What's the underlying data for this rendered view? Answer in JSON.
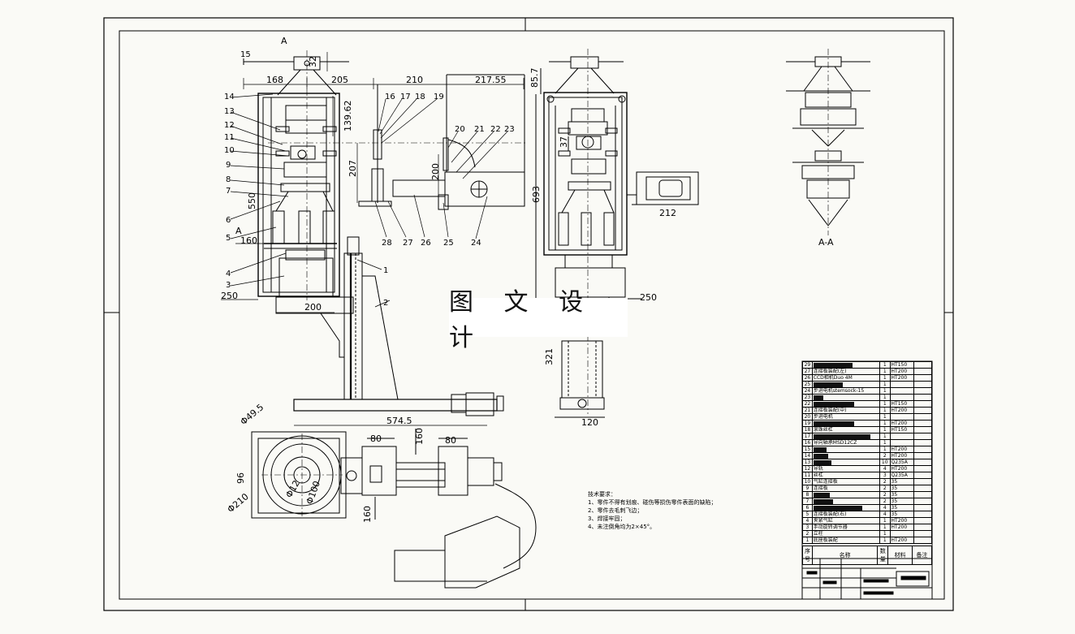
{
  "watermark": "图 文 设 计",
  "section_labels": {
    "a_top": "A",
    "a_side": "A",
    "aa": "A-A"
  },
  "dimensions": {
    "d32": "32",
    "d168": "168",
    "d205": "205",
    "d210": "210",
    "d21755": "217.55",
    "d857": "85.7",
    "d13962": "139.62",
    "d207": "207",
    "d200v": "200",
    "d550": "550",
    "d160a": "160",
    "d250a": "250",
    "d200h": "200",
    "d37": "37",
    "d693": "693",
    "d212": "212",
    "d250b": "250",
    "d321": "321",
    "d120": "120",
    "d5745": "574.5",
    "d80a": "80",
    "d160b": "160",
    "d80b": "80",
    "d160c": "160",
    "d495": "Φ49.5",
    "d210c": "Φ210",
    "d12": "Φ12",
    "d100": "Φ100",
    "d96": "96"
  },
  "balloons": {
    "left": [
      "14",
      "13",
      "12",
      "11",
      "10",
      "9",
      "8",
      "7",
      "6",
      "5",
      "4",
      "3"
    ],
    "top": [
      "15",
      "16",
      "17",
      "18",
      "19",
      "20",
      "21",
      "22",
      "23"
    ],
    "bottom": [
      "28",
      "27",
      "26",
      "25",
      "24"
    ],
    "misc": [
      "1",
      "2"
    ]
  },
  "technical_requirements": {
    "title": "技术要求：",
    "items": [
      "1、零件不得有划痕、碰伤等损伤零件表面的缺陷；",
      "2、零件去毛刺飞边；",
      "3、焊接牢固；",
      "4、未注倒角均为2×45°。"
    ]
  },
  "bom": {
    "rows": [
      {
        "no": "29",
        "name": "",
        "redact": 48,
        "qty": "1",
        "mat": "HT150"
      },
      {
        "no": "27",
        "name": "连接板装配(左)",
        "redact": 0,
        "qty": "1",
        "mat": "HT200"
      },
      {
        "no": "26",
        "name": "CCD相机Duo 4M",
        "redact": 0,
        "qty": "1",
        "mat": "HT200"
      },
      {
        "no": "25",
        "name": "",
        "redact": 36,
        "qty": "1",
        "mat": ""
      },
      {
        "no": "24",
        "name": "步进电机stemsock-15",
        "redact": 0,
        "qty": "1",
        "mat": ""
      },
      {
        "no": "23",
        "name": "",
        "redact": 12,
        "qty": "1",
        "mat": ""
      },
      {
        "no": "22",
        "name": "",
        "redact": 50,
        "qty": "1",
        "mat": "HT150"
      },
      {
        "no": "21",
        "name": "连接板装配(中)",
        "redact": 0,
        "qty": "1",
        "mat": "HT200"
      },
      {
        "no": "20",
        "name": "步进电机",
        "redact": 0,
        "qty": "1",
        "mat": ""
      },
      {
        "no": "19",
        "name": "",
        "redact": 50,
        "qty": "1",
        "mat": "HT200"
      },
      {
        "no": "18",
        "name": "滚珠丝杠",
        "redact": 0,
        "qty": "1",
        "mat": "HT150"
      },
      {
        "no": "17",
        "name": "",
        "redact": 70,
        "qty": "1",
        "mat": ""
      },
      {
        "no": "16",
        "name": "导向轴承MSD12CZ",
        "redact": 0,
        "qty": "1",
        "mat": ""
      },
      {
        "no": "15",
        "name": "",
        "redact": 16,
        "qty": "1",
        "mat": "HT200"
      },
      {
        "no": "14",
        "name": "",
        "redact": 18,
        "qty": "2",
        "mat": "HT200"
      },
      {
        "no": "13",
        "name": "",
        "redact": 22,
        "qty": "10",
        "mat": "Q235A"
      },
      {
        "no": "12",
        "name": "导轨",
        "redact": 0,
        "qty": "4",
        "mat": "HT200"
      },
      {
        "no": "11",
        "name": "丝杠",
        "redact": 0,
        "qty": "3",
        "mat": "Q235A"
      },
      {
        "no": "10",
        "name": "气缸连接板",
        "redact": 0,
        "qty": "2",
        "mat": "35"
      },
      {
        "no": "9",
        "name": "连接板",
        "redact": 0,
        "qty": "2",
        "mat": "35"
      },
      {
        "no": "8",
        "name": "",
        "redact": 20,
        "qty": "2",
        "mat": "35"
      },
      {
        "no": "7",
        "name": "",
        "redact": 24,
        "qty": "2",
        "mat": "35"
      },
      {
        "no": "6",
        "name": "",
        "redact": 60,
        "qty": "4",
        "mat": "35"
      },
      {
        "no": "5",
        "name": "连接板装配(右)",
        "redact": 0,
        "qty": "4",
        "mat": "35"
      },
      {
        "no": "4",
        "name": "夹紧气缸",
        "redact": 0,
        "qty": "1",
        "mat": "HT200"
      },
      {
        "no": "3",
        "name": "手动旋转调节器",
        "redact": 0,
        "qty": "1",
        "mat": "HT200"
      },
      {
        "no": "2",
        "name": "立柱",
        "redact": 0,
        "qty": "1",
        "mat": ""
      },
      {
        "no": "1",
        "name": "底座板装配",
        "redact": 0,
        "qty": "1",
        "mat": "HT200"
      }
    ],
    "header": {
      "no": "序号",
      "name": "名称",
      "qty": "数量",
      "mat": "材料",
      "rem": "备注"
    }
  }
}
